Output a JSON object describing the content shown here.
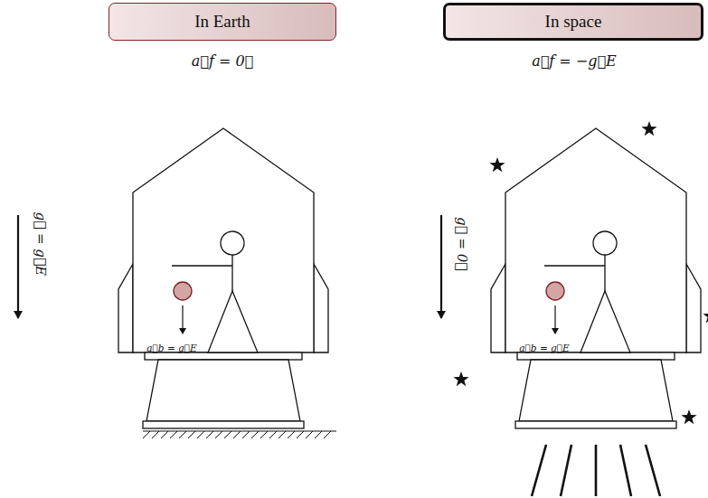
{
  "diagram": {
    "nodes": [
      {
        "text": [
          "In Earth"
        ]
      },
      {
        "text": [
          "In space"
        ]
      }
    ],
    "labels": [
      "a⃗f = 0⃗",
      "g⃗ = g⃗E",
      "a⃗b = g⃗E",
      "a⃗f = −g⃗E",
      "g⃗ = 0⃗",
      "a⃗b = g⃗E"
    ]
  }
}
